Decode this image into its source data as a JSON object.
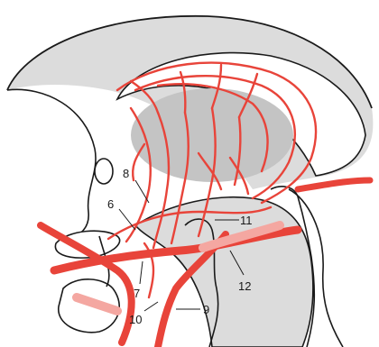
{
  "diagram": {
    "labels": {
      "n6": "6",
      "n7": "7",
      "n8": "8",
      "n9": "9",
      "n10": "10",
      "n11": "11",
      "n12": "12"
    }
  },
  "colors": {
    "background": "#ffffff",
    "tissue": "#dcdcdc",
    "tissue_dark": "#c4c4c4",
    "outline": "#1a1a1a",
    "vessel": "#e8443a",
    "vessel_light": "#f4a7a1"
  }
}
